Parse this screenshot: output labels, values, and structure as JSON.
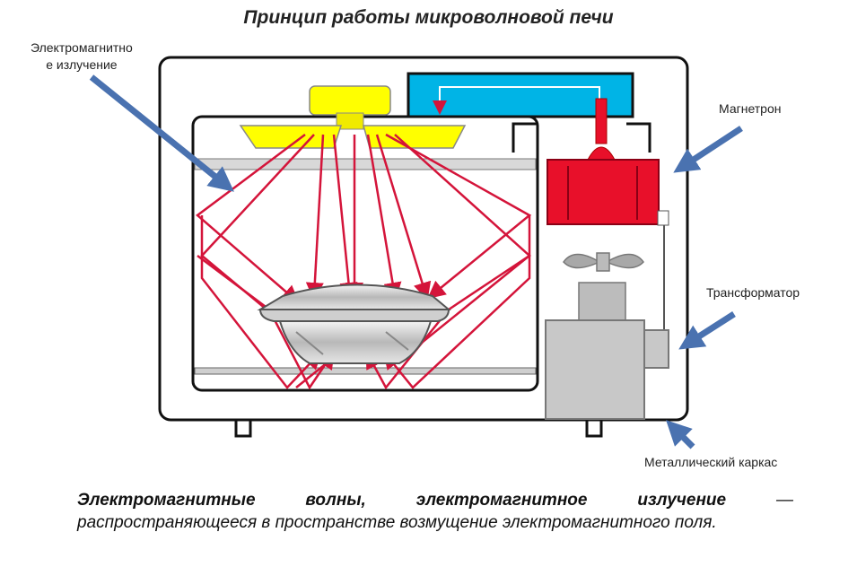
{
  "title": "Принцип работы микроволновой печи",
  "labels": {
    "em_radiation_line1": "Электромагнитно",
    "em_radiation_line2": "е излучение",
    "magnetron": "Магнетрон",
    "transformer": "Трансформатор",
    "frame": "Металлический каркас"
  },
  "caption": {
    "term": "Электромагнитные волны, электромагнитное излучение",
    "definition": " — распространяющееся в пространстве возмущение электромагнитного поля."
  },
  "colors": {
    "outline": "#111111",
    "fan_yellow": "#ffff00",
    "waveguide_cyan": "#00b4e6",
    "magnetron_red": "#e8102a",
    "ray_red": "#d4143a",
    "arrow_blue": "#4a72b0",
    "transformer_gray": "#c8c8c8"
  }
}
